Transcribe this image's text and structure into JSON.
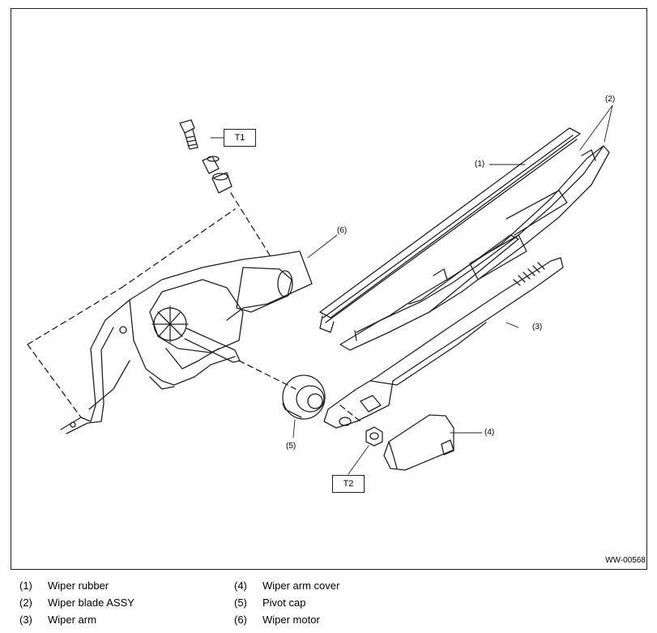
{
  "diagram": {
    "callouts": [
      {
        "id": "1",
        "text": "(1)"
      },
      {
        "id": "2",
        "text": "(2)"
      },
      {
        "id": "3",
        "text": "(3)"
      },
      {
        "id": "4",
        "text": "(4)"
      },
      {
        "id": "5",
        "text": "(5)"
      },
      {
        "id": "6",
        "text": "(6)"
      }
    ],
    "torque_labels": {
      "t1": "T1",
      "t2": "T2"
    },
    "figure_code": "WW-00568"
  },
  "legend": [
    {
      "num": "(1)",
      "text": "Wiper rubber"
    },
    {
      "num": "(2)",
      "text": "Wiper blade ASSY"
    },
    {
      "num": "(3)",
      "text": "Wiper arm"
    },
    {
      "num": "(4)",
      "text": "Wiper arm cover"
    },
    {
      "num": "(5)",
      "text": "Pivot cap"
    },
    {
      "num": "(6)",
      "text": "Wiper motor"
    }
  ]
}
